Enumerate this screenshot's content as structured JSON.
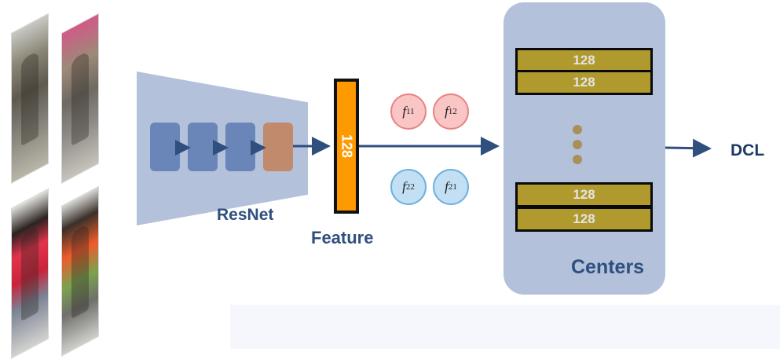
{
  "resnet_label": "ResNet",
  "feature": {
    "dim": "128",
    "label": "Feature"
  },
  "features_red": [
    {
      "base": "f",
      "sub": "11"
    },
    {
      "base": "f",
      "sub": "12"
    }
  ],
  "features_blue": [
    {
      "base": "f",
      "sub": "22"
    },
    {
      "base": "f",
      "sub": "21"
    }
  ],
  "centers": {
    "label": "Centers",
    "rows": [
      "128",
      "128",
      "128",
      "128"
    ]
  },
  "output_label": "DCL",
  "colors": {
    "feature_bar": "#ff9900",
    "center_row": "#b09a2e",
    "panel": "#b4c1da",
    "arrow": "#2f4f7f",
    "label": "#2f4f7f"
  }
}
